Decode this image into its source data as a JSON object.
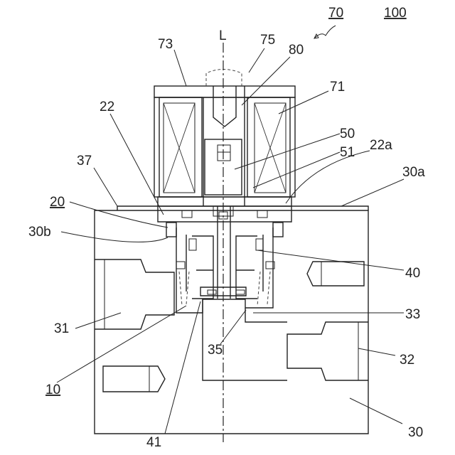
{
  "labels": {
    "l70": "70",
    "l100": "100",
    "lL": "L",
    "l73": "73",
    "l75": "75",
    "l80": "80",
    "l71": "71",
    "l22": "22",
    "l50": "50",
    "l51": "51",
    "l22a": "22a",
    "l37": "37",
    "l30a": "30a",
    "l20": "20",
    "l30b": "30b",
    "l40": "40",
    "l31": "31",
    "l33": "33",
    "l35": "35",
    "l32": "32",
    "l10": "10",
    "l41": "41",
    "l30": "30"
  }
}
